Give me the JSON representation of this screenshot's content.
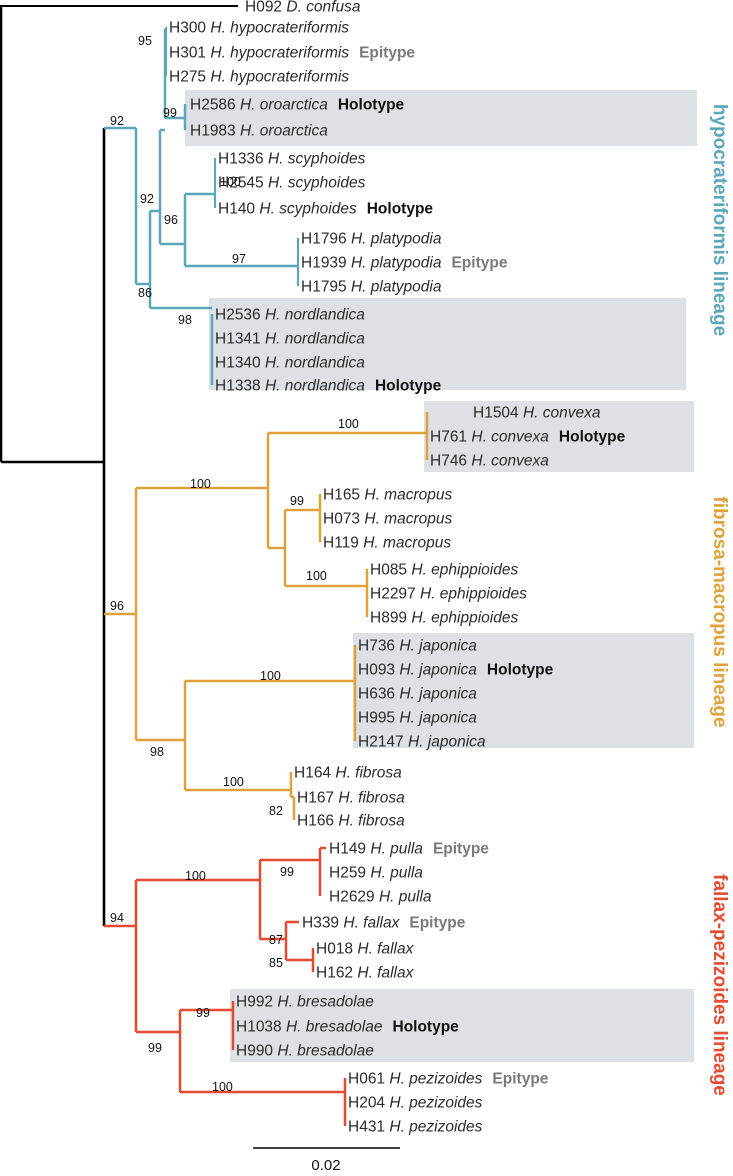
{
  "colors": {
    "root": "#000000",
    "hypocrateriformis": "#5aa7b9",
    "fibrosa": "#e0a13b",
    "fallax": "#e34a2f",
    "box": "#dde1e5",
    "epitype": "#7a7a7a",
    "holotype": "#111111"
  },
  "lineages": [
    {
      "key": "hypocrateriformis",
      "label": "hypocrateriformis lineage"
    },
    {
      "key": "fibrosa",
      "label": "fibrosa-macropus lineage"
    },
    {
      "key": "fallax",
      "label": "fallax-pezizoides lineage"
    }
  ],
  "tips": [
    {
      "code": "H092",
      "species": "D. confusa",
      "status": ""
    },
    {
      "code": "H300",
      "species": "H. hypocrateriformis",
      "status": ""
    },
    {
      "code": "H301",
      "species": "H. hypocrateriformis",
      "status": "Epitype"
    },
    {
      "code": "H275",
      "species": "H. hypocrateriformis",
      "status": ""
    },
    {
      "code": "H2586",
      "species": "H. oroarctica",
      "status": "Holotype"
    },
    {
      "code": "H1983",
      "species": "H. oroarctica",
      "status": ""
    },
    {
      "code": "H1336",
      "species": "H. scyphoides",
      "status": ""
    },
    {
      "code": "H2545",
      "species": "H. scyphoides",
      "status": ""
    },
    {
      "code": "H140",
      "species": "H. scyphoides",
      "status": "Holotype"
    },
    {
      "code": "H1796",
      "species": "H. platypodia",
      "status": ""
    },
    {
      "code": "H1939",
      "species": "H. platypodia",
      "status": "Epitype"
    },
    {
      "code": "H1795",
      "species": "H. platypodia",
      "status": ""
    },
    {
      "code": "H2536",
      "species": "H. nordlandica",
      "status": ""
    },
    {
      "code": "H1341",
      "species": "H. nordlandica",
      "status": ""
    },
    {
      "code": "H1340",
      "species": "H. nordlandica",
      "status": ""
    },
    {
      "code": "H1338",
      "species": "H. nordlandica",
      "status": "Holotype"
    },
    {
      "code": "H1504",
      "species": "H. convexa",
      "status": ""
    },
    {
      "code": "H761",
      "species": "H. convexa",
      "status": "Holotype"
    },
    {
      "code": "H746",
      "species": "H. convexa",
      "status": ""
    },
    {
      "code": "H165",
      "species": "H. macropus",
      "status": ""
    },
    {
      "code": "H073",
      "species": "H. macropus",
      "status": ""
    },
    {
      "code": "H119",
      "species": "H. macropus",
      "status": ""
    },
    {
      "code": "H085",
      "species": "H. ephippioides",
      "status": ""
    },
    {
      "code": "H2297",
      "species": "H. ephippioides",
      "status": ""
    },
    {
      "code": "H899",
      "species": "H. ephippioides",
      "status": ""
    },
    {
      "code": "H736",
      "species": "H. japonica",
      "status": ""
    },
    {
      "code": "H093",
      "species": "H. japonica",
      "status": "Holotype"
    },
    {
      "code": "H636",
      "species": "H. japonica",
      "status": ""
    },
    {
      "code": "H995",
      "species": "H. japonica",
      "status": ""
    },
    {
      "code": "H2147",
      "species": "H. japonica",
      "status": ""
    },
    {
      "code": "H164",
      "species": "H. fibrosa",
      "status": ""
    },
    {
      "code": "H167",
      "species": "H. fibrosa",
      "status": ""
    },
    {
      "code": "H166",
      "species": "H. fibrosa",
      "status": ""
    },
    {
      "code": "H149",
      "species": "H. pulla",
      "status": "Epitype"
    },
    {
      "code": "H259",
      "species": "H. pulla",
      "status": ""
    },
    {
      "code": "H2629",
      "species": "H. pulla",
      "status": ""
    },
    {
      "code": "H339",
      "species": "H. fallax",
      "status": "Epitype"
    },
    {
      "code": "H018",
      "species": "H. fallax",
      "status": ""
    },
    {
      "code": "H162",
      "species": "H. fallax",
      "status": ""
    },
    {
      "code": "H992",
      "species": "H. bresadolae",
      "status": ""
    },
    {
      "code": "H1038",
      "species": "H. bresadolae",
      "status": "Holotype"
    },
    {
      "code": "H990",
      "species": "H. bresadolae",
      "status": ""
    },
    {
      "code": "H061",
      "species": "H. pezizoides",
      "status": "Epitype"
    },
    {
      "code": "H204",
      "species": "H. pezizoides",
      "status": ""
    },
    {
      "code": "H431",
      "species": "H. pezizoides",
      "status": ""
    }
  ],
  "support": {
    "n_hypocrat": "95",
    "n_oroarctica": "99",
    "n_scyphoides": "100",
    "n_platypodia": "97",
    "n_scyph_platy": "96",
    "n_hyp_oro_sp": "92",
    "n_oro_group": "92",
    "n_nordlandica": "98",
    "n_hyp_lineage": "86",
    "n_convexa": "100",
    "n_macropus": "99",
    "n_ephippioides": "100",
    "n_conv_group": "100",
    "n_japonica": "100",
    "n_fibrosa": "100",
    "n_fibrosa_sub": "82",
    "n_jap_fib": "98",
    "n_fib_lineage": "96",
    "n_pulla": "99",
    "n_fallax": "85",
    "n_pulla_fallax": "87",
    "n_pf_group": "100",
    "n_bresadolae": "99",
    "n_pezizoides": "100",
    "n_bres_pez": "99",
    "n_fal_lineage": "94"
  },
  "scale_bar": {
    "label": "0.02",
    "value": 0.02
  }
}
